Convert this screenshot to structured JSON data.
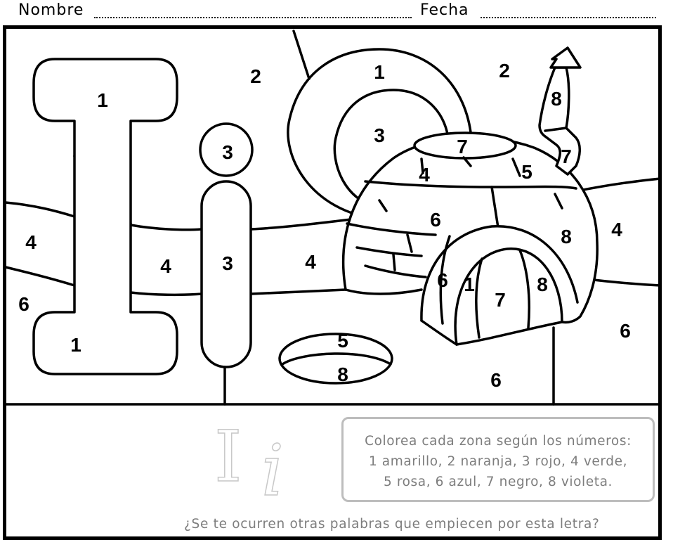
{
  "header": {
    "name_label": "Nombre",
    "date_label": "Fecha"
  },
  "region_numbers": {
    "big_I_top": "1",
    "big_I_bottom": "1",
    "top_sky_left": "2",
    "sun_outer": "1",
    "sky_right": "2",
    "chimney_top": "8",
    "sun_inner": "3",
    "dot_i": "3",
    "igloo_top": "7",
    "chimney_bottom": "7",
    "igloo_left_upper": "4",
    "igloo_right_upper": "5",
    "igloo_mid": "6",
    "igloo_right": "8",
    "ground_right_top": "4",
    "band_left": "4",
    "band_mid_left": "4",
    "stem_i": "3",
    "band_mid": "4",
    "door_left": "6",
    "door_inner_left": "1",
    "door_inner_right": "8",
    "door_center": "7",
    "ground_left": "6",
    "ground_right": "6",
    "hole_top": "5",
    "hole_bottom": "8",
    "ground_bottom": "6"
  },
  "trace_letters": {
    "upper": "I",
    "lower": "i"
  },
  "instructions": {
    "line1": "Colorea cada zona según los números:",
    "line2": "1 amarillo, 2 naranja, 3 rojo, 4 verde,",
    "line3": "5 rosa, 6 azul, 7 negro, 8 violeta."
  },
  "question": "¿Se te ocurren otras palabras que empiecen por esta letra?"
}
